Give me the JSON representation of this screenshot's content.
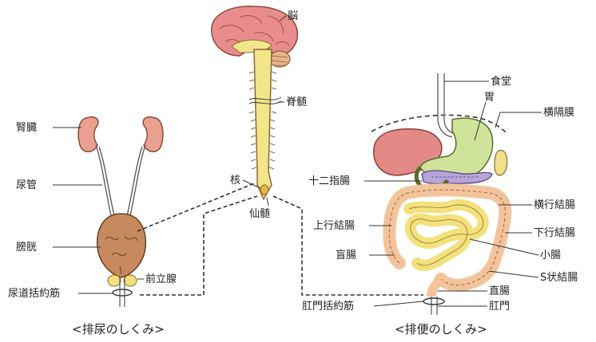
{
  "labels": {
    "brain": "脳",
    "spinal_cord": "脊髄",
    "nucleus": "核",
    "sacral_cord": "仙髄",
    "kidney": "腎臓",
    "ureter": "尿管",
    "bladder": "膀胱",
    "prostate": "前立腺",
    "urethral_sphincter": "尿道括約筋",
    "esophagus": "食堂",
    "stomach": "胃",
    "diaphragm": "横隔膜",
    "duodenum": "十二指腸",
    "transverse_colon": "横行結腸",
    "ascending_colon": "上行結腸",
    "descending_colon": "下行結腸",
    "cecum": "盲腸",
    "small_intestine": "小腸",
    "sigmoid_colon": "S状結腸",
    "rectum": "直腸",
    "anal_sphincter": "肛門括約筋",
    "anus": "肛門"
  },
  "captions": {
    "urination": "<排尿のしくみ>",
    "defecation": "<排便のしくみ>"
  },
  "colors": {
    "brain_cortex": "#e98c8c",
    "spinal_cord": "#f3e58a",
    "bladder": "#c68a5e",
    "kidney": "#e9a08e",
    "prostate": "#f3e07a",
    "liver": "#e48a86",
    "stomach": "#cfe39a",
    "pancreas": "#b7a4d8",
    "small_intestine": "#f4e07c",
    "colon": "#f3c49b"
  }
}
